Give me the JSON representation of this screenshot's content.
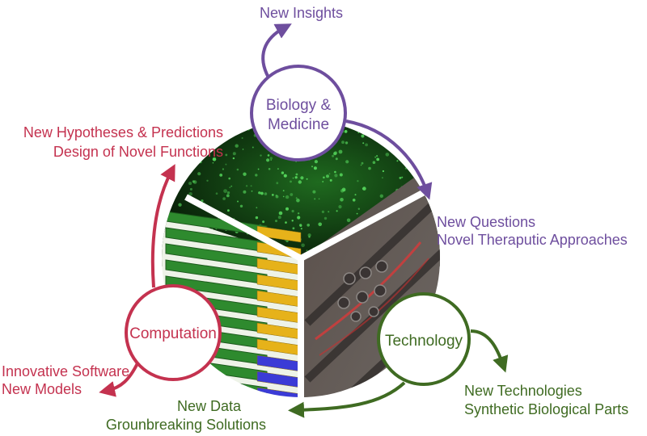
{
  "nodes": {
    "biology": {
      "line1": "Biology &",
      "line2": "Medicine",
      "color": "#6e4e9e"
    },
    "technology": {
      "label": "Technology",
      "color": "#3f6b22"
    },
    "computation": {
      "label": "Computation",
      "color": "#c4324f"
    }
  },
  "outputs": {
    "biology_up": {
      "line1": "New Insights"
    },
    "biology_right": {
      "line1": "New  Questions",
      "line2": "Novel Theraputic Approaches"
    },
    "technology_right": {
      "line1": "New Technologies",
      "line2": "Synthetic Biological Parts"
    },
    "technology_left": {
      "line1": "New Data",
      "line2": "Grounbreaking Solutions"
    },
    "computation_left": {
      "line1": "Innovative Software",
      "line2": "New Models"
    },
    "computation_up": {
      "line1": "New Hypotheses & Predictions",
      "line2": "Design of Novel Functions"
    }
  },
  "colors": {
    "purple": "#6e4e9e",
    "green": "#3f6b22",
    "crimson": "#c4324f"
  }
}
